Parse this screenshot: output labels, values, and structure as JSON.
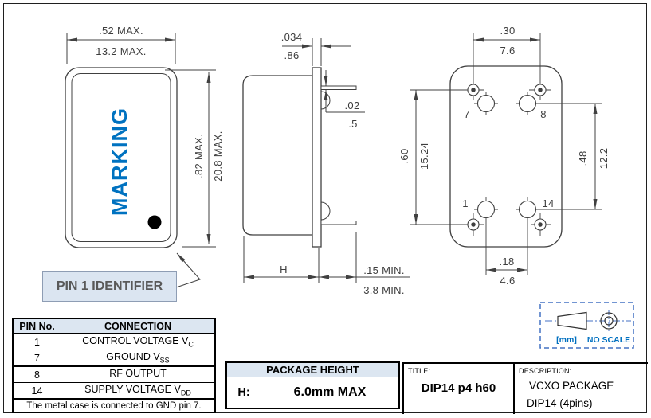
{
  "front_view": {
    "marking_text": "MARKING",
    "width_dim_in": ".52 MAX.",
    "width_dim_mm": "13.2 MAX.",
    "height_dim_in": ".82 MAX.",
    "height_dim_mm": "20.8 MAX.",
    "pin1_callout": "PIN 1 IDENTIFIER"
  },
  "side_view": {
    "flange_dim_in": ".034",
    "flange_dim_mm": ".86",
    "pin_thickness_in": ".02",
    "pin_thickness_mm": ".5",
    "height_label": "H",
    "pin_length_in": ".15 MIN.",
    "pin_length_mm": "3.8 MIN."
  },
  "bottom_view": {
    "bump_span_in": ".30",
    "bump_span_mm": "7.6",
    "bump_pitch_in": ".60",
    "bump_pitch_mm": "15.24",
    "pin_pitch_in": ".48",
    "pin_pitch_mm": "12.2",
    "pin_span_in": ".18",
    "pin_span_mm": "4.6",
    "pin_top_left": "7",
    "pin_top_right": "8",
    "pin_bottom_left": "1",
    "pin_bottom_right": "14"
  },
  "pin_table": {
    "col_pin": "PIN No.",
    "col_connection": "CONNECTION",
    "rows": [
      {
        "pin": "1",
        "conn": "CONTROL VOLTAGE V",
        "sub": "C"
      },
      {
        "pin": "7",
        "conn": "GROUND V",
        "sub": "SS"
      },
      {
        "pin": "8",
        "conn": "RF OUTPUT",
        "sub": ""
      },
      {
        "pin": "14",
        "conn": "SUPPLY VOLTAGE V",
        "sub": "DD"
      }
    ],
    "note": "The metal case is connected to GND pin 7."
  },
  "package_height": {
    "header": "PACKAGE HEIGHT",
    "key": "H:",
    "value": "6.0mm MAX"
  },
  "title_block": {
    "title_label": "TITLE:",
    "title": "DIP14 p4 h60",
    "description_label": "DESCRIPTION:",
    "description_line1": "VCXO PACKAGE",
    "description_line2": "DIP14 (4pins)"
  },
  "scale_box": {
    "units_label": "[mm]",
    "scale_label": "NO SCALE"
  },
  "colors": {
    "marking_blue": "#0072c0",
    "scale_text_blue": "#0070c0",
    "dashed_box_blue": "#4472c4",
    "table_header_bg": "#dce6f1",
    "callout_bg": "#dbe5f1",
    "callout_text": "#595959",
    "drawing_line": "#404040"
  }
}
